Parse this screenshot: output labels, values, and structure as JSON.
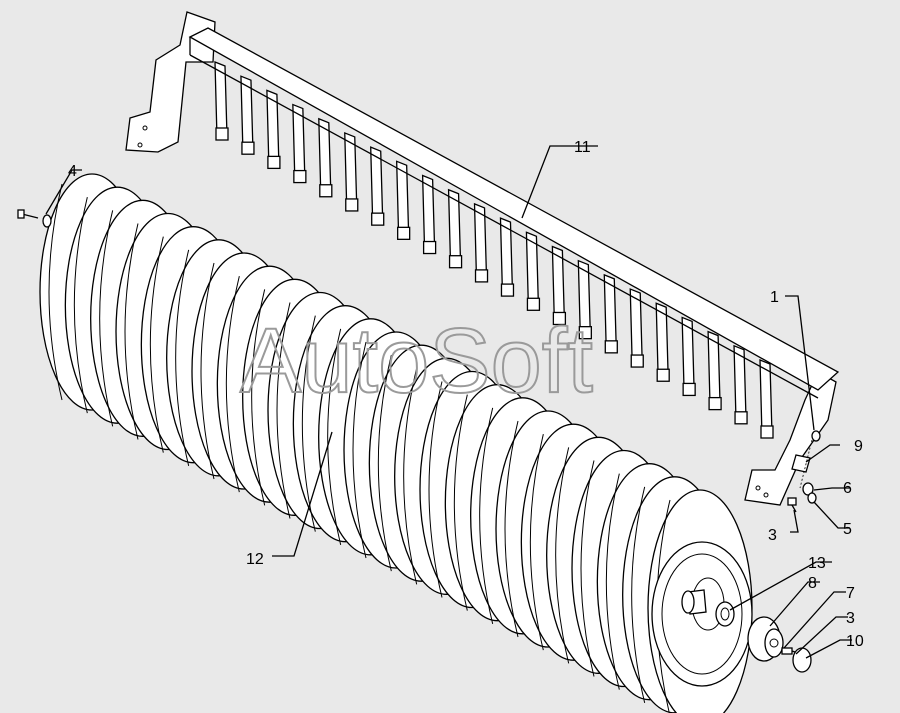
{
  "watermark": "AutoSoft",
  "callouts": [
    {
      "id": "c1",
      "text": "1"
    },
    {
      "id": "c3a",
      "text": "3"
    },
    {
      "id": "c3b",
      "text": "3"
    },
    {
      "id": "c4",
      "text": "4"
    },
    {
      "id": "c5",
      "text": "5"
    },
    {
      "id": "c6",
      "text": "6"
    },
    {
      "id": "c7",
      "text": "7"
    },
    {
      "id": "c8",
      "text": "8"
    },
    {
      "id": "c9",
      "text": "9"
    },
    {
      "id": "c10",
      "text": "10"
    },
    {
      "id": "c11",
      "text": "11"
    },
    {
      "id": "c12",
      "text": "12"
    },
    {
      "id": "c13",
      "text": "13"
    }
  ]
}
